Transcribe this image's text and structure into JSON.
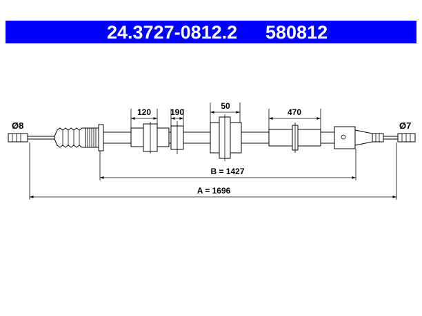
{
  "header": {
    "part_number": "24.3727-0812.2",
    "ref_number": "580812"
  },
  "colors": {
    "header_bg": "#0000ff",
    "header_text": "#ffffff",
    "line": "#000000"
  },
  "drawing": {
    "end_diameters": {
      "left": "Ø8",
      "right": "Ø7"
    },
    "segment_dimensions": [
      "120",
      "190",
      "50",
      "470"
    ],
    "dimension_b": "B = 1427",
    "dimension_a": "A = 1696"
  }
}
